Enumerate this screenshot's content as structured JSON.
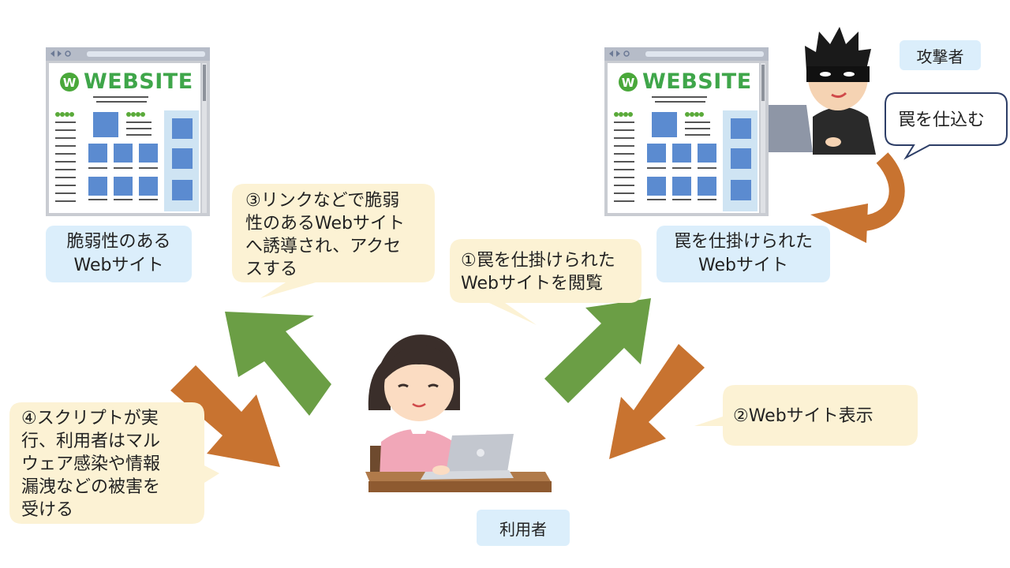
{
  "labels": {
    "vulnerable_site_line1": "脆弱性のある",
    "vulnerable_site_line2": "Webサイト",
    "trapped_site_line1": "罠を仕掛けられた",
    "trapped_site_line2": "Webサイト",
    "attacker": "攻撃者",
    "user": "利用者"
  },
  "bubbles": {
    "step3_lines": [
      "③リンクなどで脆弱",
      "性のあるWebサイト",
      "へ誘導され、アクセ",
      "スする"
    ],
    "step1_lines": [
      "①罠を仕掛けられた",
      "Webサイトを閲覧"
    ],
    "step2_lines": [
      "②Webサイト表示"
    ],
    "step4_lines": [
      "④スクリプトが実",
      "行、利用者はマル",
      "ウェア感染や情報",
      "漏洩などの被害を",
      "受ける"
    ],
    "attacker_speech": "罠を仕込む"
  },
  "website_mockup": {
    "logo_text": "WEBSITE",
    "logo_mark": "W"
  },
  "colors": {
    "green_arrow": "#6b9e45",
    "orange_arrow": "#c87330",
    "bubble_yellow": "#fcf2d4",
    "label_blue": "#dbeefb"
  }
}
